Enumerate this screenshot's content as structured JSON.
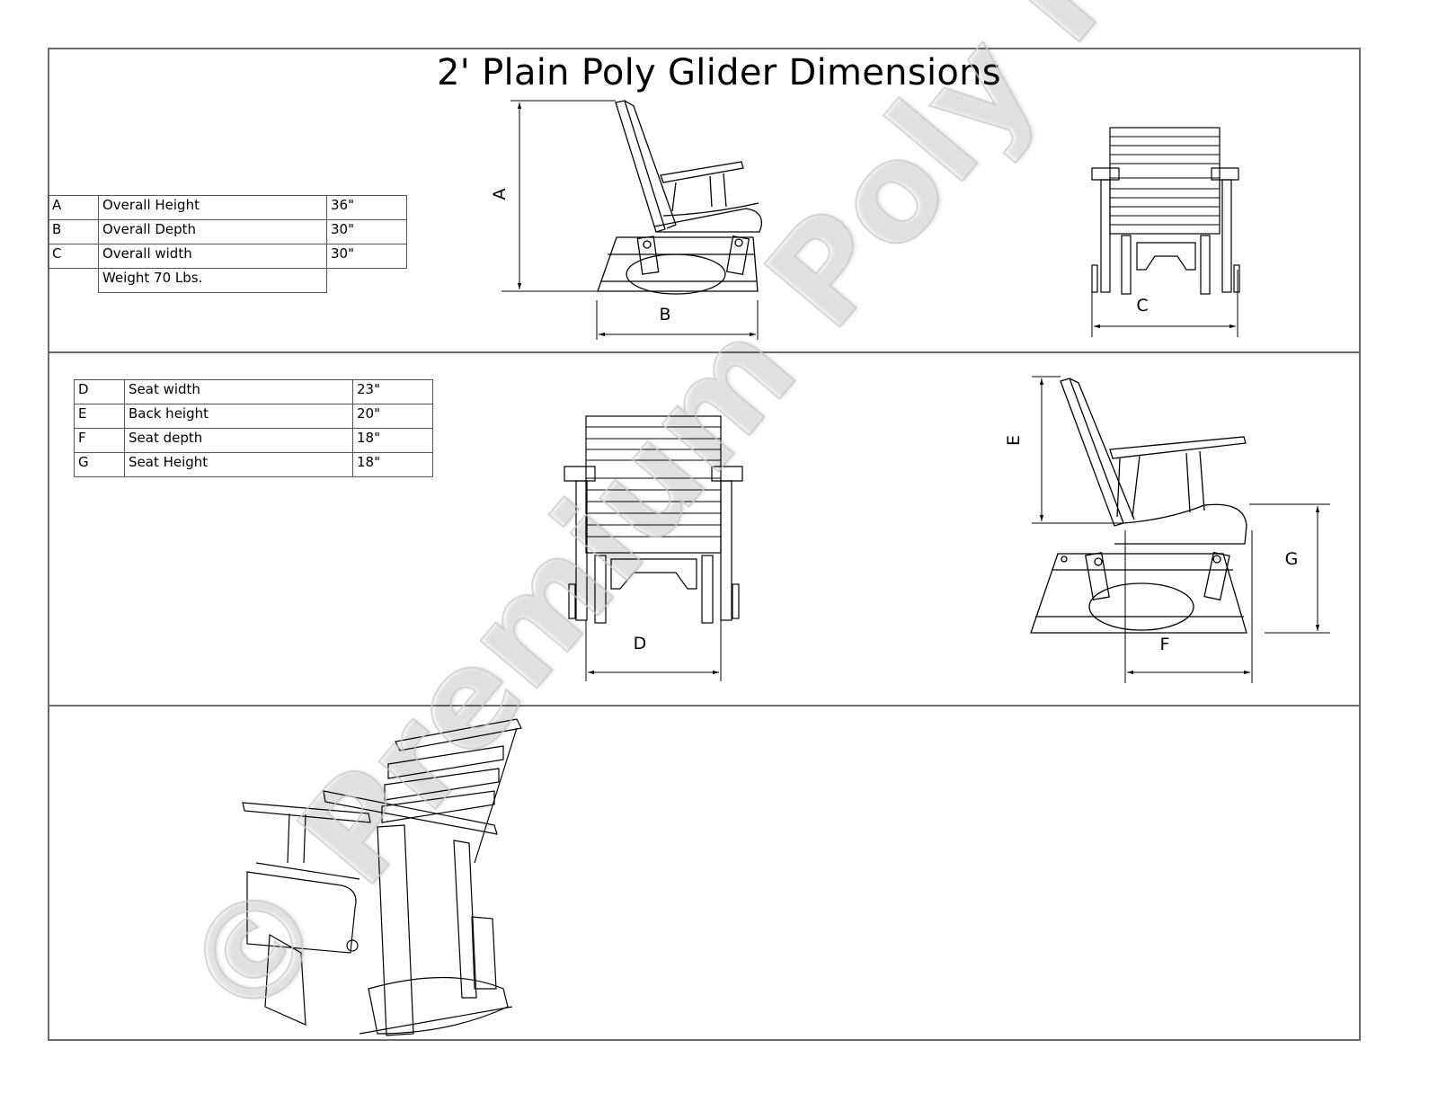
{
  "title": "2' Plain Poly Glider Dimensions",
  "watermark": "© Premium Poly Patios",
  "overall_table": {
    "rows": [
      {
        "key": "A",
        "label": "Overall Height",
        "value": "36\""
      },
      {
        "key": "B",
        "label": "Overall Depth",
        "value": "30\""
      },
      {
        "key": "C",
        "label": "Overall width",
        "value": "30\""
      }
    ],
    "weight": "Weight 70 Lbs."
  },
  "seat_table": {
    "rows": [
      {
        "key": "D",
        "label": "Seat width",
        "value": "23\""
      },
      {
        "key": "E",
        "label": "Back height",
        "value": "20\""
      },
      {
        "key": "F",
        "label": "Seat depth",
        "value": "18\""
      },
      {
        "key": "G",
        "label": "Seat Height",
        "value": "18\""
      }
    ]
  },
  "dimension_labels": {
    "A": "A",
    "B": "B",
    "C": "C",
    "D": "D",
    "E": "E",
    "F": "F",
    "G": "G"
  },
  "views": {
    "top_side": "side-view",
    "top_front": "front-view",
    "middle_front": "front-view",
    "middle_side": "side-view",
    "bottom_iso": "isometric-view"
  },
  "colors": {
    "line": "#000000",
    "frame": "#6b6b6b",
    "watermark": "#c8c8c8"
  }
}
